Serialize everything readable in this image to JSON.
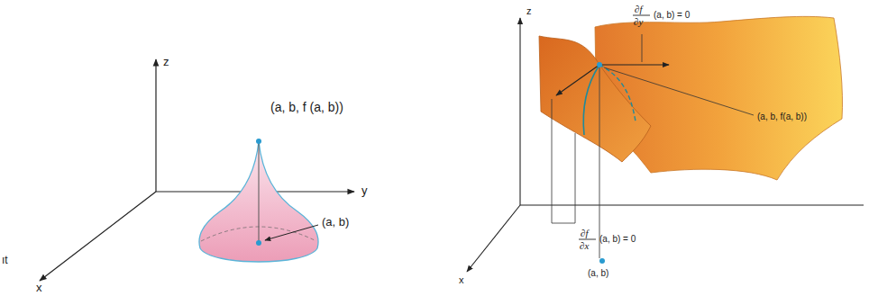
{
  "diagram": {
    "labels": [
      "z",
      "(a, b, f (a, b))",
      "y",
      "(a, b)",
      "x",
      "ıt",
      "z",
      "∂f",
      "∂y",
      "(a, b) = 0",
      "(a, b, f(a, b))",
      "∂f",
      "∂x",
      "(a, b) = 0",
      "(a, b)",
      "x"
    ]
  }
}
